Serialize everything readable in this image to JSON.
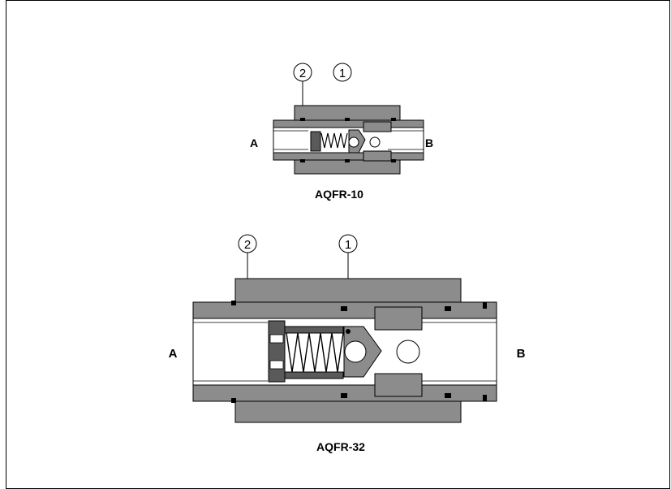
{
  "diagrams": [
    {
      "model": "AQFR-10",
      "port_left": "A",
      "port_right": "B",
      "callouts": [
        "2",
        "1"
      ]
    },
    {
      "model": "AQFR-32",
      "port_left": "A",
      "port_right": "B",
      "callouts": [
        "2",
        "1"
      ]
    }
  ],
  "colors": {
    "body": "#8c8c8c",
    "body_dark": "#5a5a5a",
    "outline": "#000000",
    "white": "#ffffff"
  }
}
